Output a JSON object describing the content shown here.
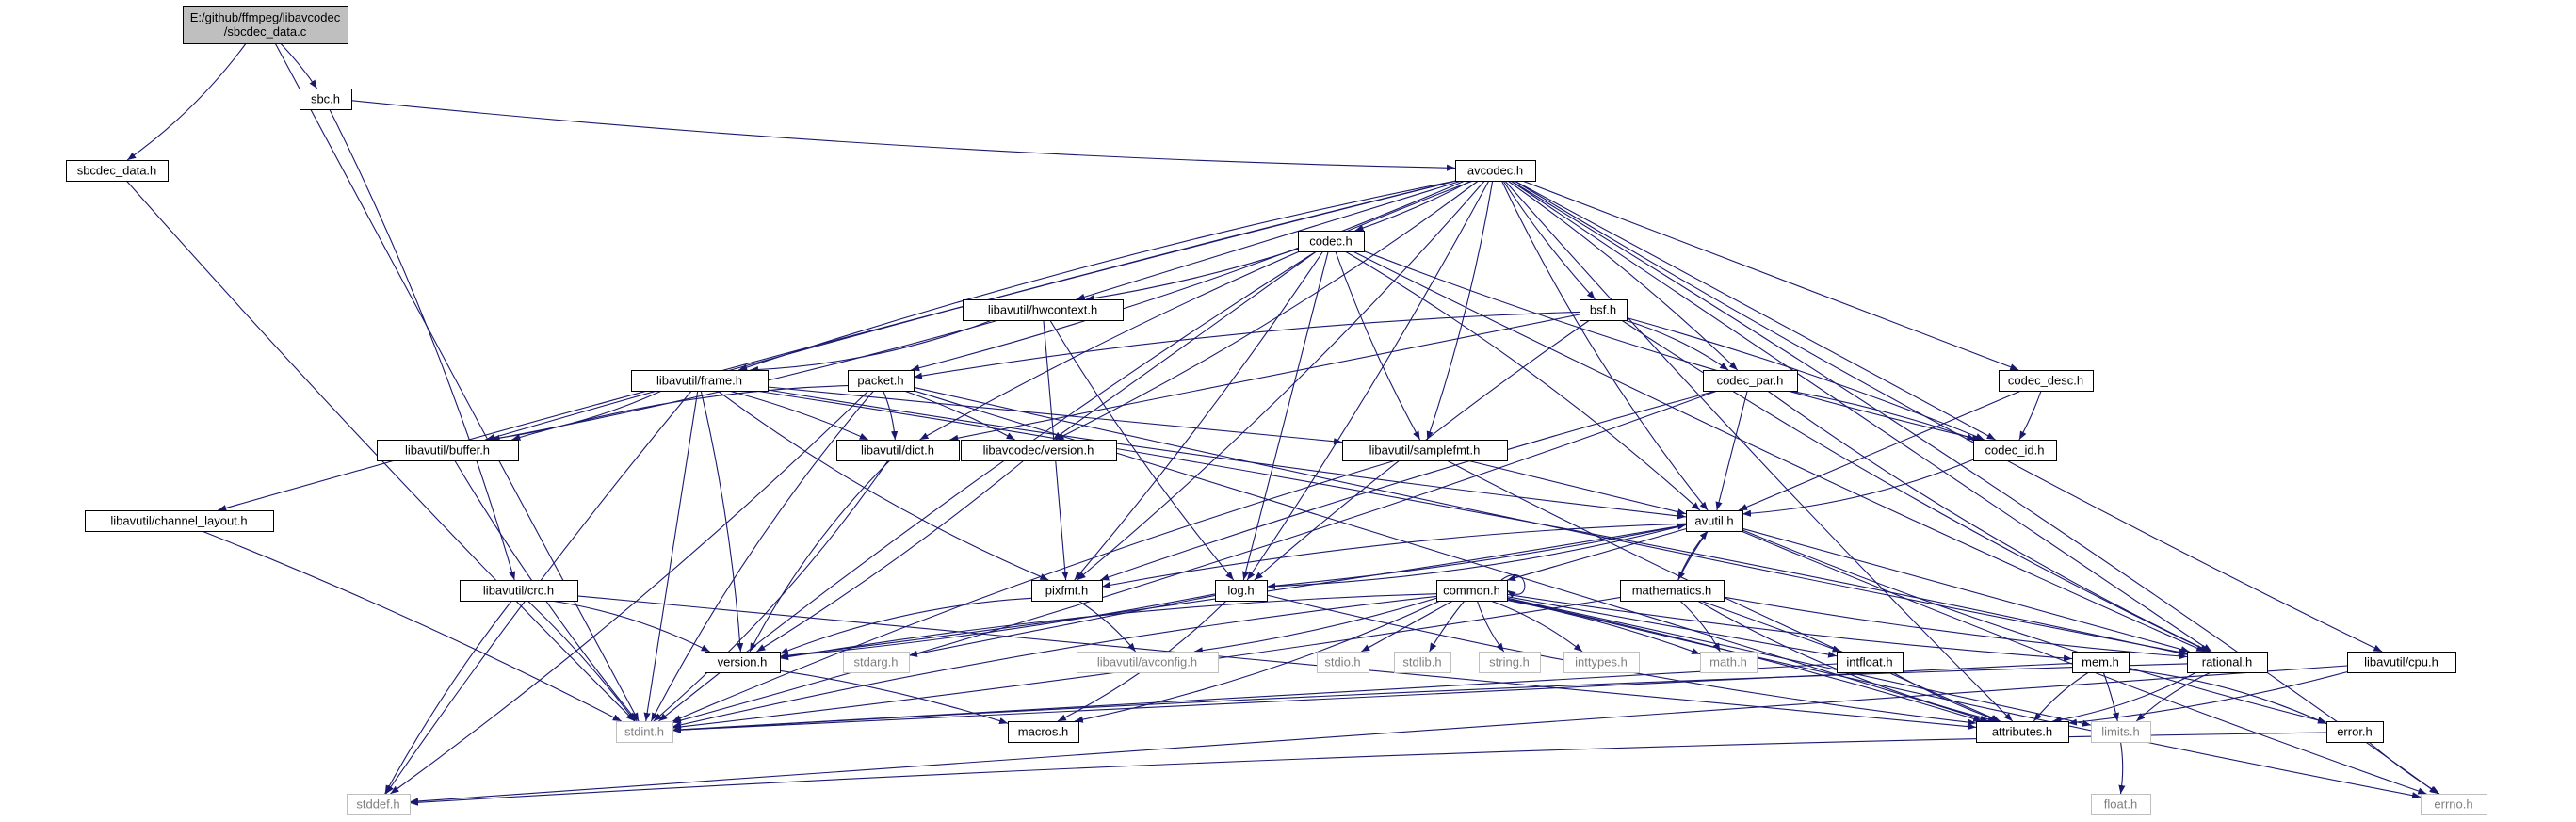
{
  "diagram": {
    "kind": "include-dependency-graph",
    "colors": {
      "edge": "#191970",
      "node_border": "#000000",
      "node_fill": "#ffffff",
      "root_fill": "#bfbfbf",
      "external_border": "#bfbfbf",
      "external_text": "#7f7f7f",
      "text": "#000000"
    },
    "root": "sbcdec_data_c",
    "nodes": [
      {
        "id": "sbcdec_data_c",
        "lines": [
          "E:/github/ffmpeg/libavcodec",
          "/sbcdec_data.c"
        ],
        "style": "root"
      },
      {
        "id": "sbcdec_data_h",
        "lines": [
          "sbcdec_data.h"
        ],
        "style": "normal"
      },
      {
        "id": "sbc_h",
        "lines": [
          "sbc.h"
        ],
        "style": "normal"
      },
      {
        "id": "avcodec_h",
        "lines": [
          "avcodec.h"
        ],
        "style": "normal"
      },
      {
        "id": "codec_h",
        "lines": [
          "codec.h"
        ],
        "style": "normal"
      },
      {
        "id": "hwcontext_h",
        "lines": [
          "libavutil/hwcontext.h"
        ],
        "style": "normal"
      },
      {
        "id": "bsf_h",
        "lines": [
          "bsf.h"
        ],
        "style": "normal"
      },
      {
        "id": "frame_h",
        "lines": [
          "libavutil/frame.h"
        ],
        "style": "normal"
      },
      {
        "id": "packet_h",
        "lines": [
          "packet.h"
        ],
        "style": "normal"
      },
      {
        "id": "codec_par_h",
        "lines": [
          "codec_par.h"
        ],
        "style": "normal"
      },
      {
        "id": "codec_desc_h",
        "lines": [
          "codec_desc.h"
        ],
        "style": "normal"
      },
      {
        "id": "buffer_h",
        "lines": [
          "libavutil/buffer.h"
        ],
        "style": "normal"
      },
      {
        "id": "dict_h",
        "lines": [
          "libavutil/dict.h"
        ],
        "style": "normal"
      },
      {
        "id": "lavc_version_h",
        "lines": [
          "libavcodec/version.h"
        ],
        "style": "normal"
      },
      {
        "id": "samplefmt_h",
        "lines": [
          "libavutil/samplefmt.h"
        ],
        "style": "normal"
      },
      {
        "id": "codec_id_h",
        "lines": [
          "codec_id.h"
        ],
        "style": "normal"
      },
      {
        "id": "channel_layout_h",
        "lines": [
          "libavutil/channel_layout.h"
        ],
        "style": "normal"
      },
      {
        "id": "avutil_h",
        "lines": [
          "avutil.h"
        ],
        "style": "normal"
      },
      {
        "id": "crc_h",
        "lines": [
          "libavutil/crc.h"
        ],
        "style": "normal"
      },
      {
        "id": "pixfmt_h",
        "lines": [
          "pixfmt.h"
        ],
        "style": "normal"
      },
      {
        "id": "log_h",
        "lines": [
          "log.h"
        ],
        "style": "normal"
      },
      {
        "id": "common_h",
        "lines": [
          "common.h"
        ],
        "style": "normal"
      },
      {
        "id": "mathematics_h",
        "lines": [
          "mathematics.h"
        ],
        "style": "normal"
      },
      {
        "id": "version_h",
        "lines": [
          "version.h"
        ],
        "style": "normal"
      },
      {
        "id": "stdarg_h",
        "lines": [
          "stdarg.h"
        ],
        "style": "external"
      },
      {
        "id": "avconfig_h",
        "lines": [
          "libavutil/avconfig.h"
        ],
        "style": "external"
      },
      {
        "id": "stdio_h",
        "lines": [
          "stdio.h"
        ],
        "style": "external"
      },
      {
        "id": "stdlib_h",
        "lines": [
          "stdlib.h"
        ],
        "style": "external"
      },
      {
        "id": "string_h",
        "lines": [
          "string.h"
        ],
        "style": "external"
      },
      {
        "id": "inttypes_h",
        "lines": [
          "inttypes.h"
        ],
        "style": "external"
      },
      {
        "id": "math_h",
        "lines": [
          "math.h"
        ],
        "style": "external"
      },
      {
        "id": "intfloat_h",
        "lines": [
          "intfloat.h"
        ],
        "style": "normal"
      },
      {
        "id": "mem_h",
        "lines": [
          "mem.h"
        ],
        "style": "normal"
      },
      {
        "id": "rational_h",
        "lines": [
          "rational.h"
        ],
        "style": "normal"
      },
      {
        "id": "cpu_h",
        "lines": [
          "libavutil/cpu.h"
        ],
        "style": "normal"
      },
      {
        "id": "stdint_h",
        "lines": [
          "stdint.h"
        ],
        "style": "external"
      },
      {
        "id": "macros_h",
        "lines": [
          "macros.h"
        ],
        "style": "normal"
      },
      {
        "id": "attributes_h",
        "lines": [
          "attributes.h"
        ],
        "style": "normal"
      },
      {
        "id": "limits_h",
        "lines": [
          "limits.h"
        ],
        "style": "external"
      },
      {
        "id": "error_h",
        "lines": [
          "error.h"
        ],
        "style": "normal"
      },
      {
        "id": "errno_h",
        "lines": [
          "errno.h"
        ],
        "style": "external"
      },
      {
        "id": "stddef_h",
        "lines": [
          "stddef.h"
        ],
        "style": "external"
      },
      {
        "id": "float_h",
        "lines": [
          "float.h"
        ],
        "style": "external"
      }
    ],
    "edges": [
      [
        "sbcdec_data_c",
        "sbcdec_data_h"
      ],
      [
        "sbcdec_data_c",
        "sbc_h"
      ],
      [
        "sbcdec_data_c",
        "stdint_h"
      ],
      [
        "sbcdec_data_h",
        "stdint_h"
      ],
      [
        "sbc_h",
        "avcodec_h"
      ],
      [
        "sbc_h",
        "crc_h"
      ],
      [
        "avcodec_h",
        "codec_h"
      ],
      [
        "avcodec_h",
        "hwcontext_h"
      ],
      [
        "avcodec_h",
        "bsf_h"
      ],
      [
        "avcodec_h",
        "frame_h"
      ],
      [
        "avcodec_h",
        "packet_h"
      ],
      [
        "avcodec_h",
        "codec_par_h"
      ],
      [
        "avcodec_h",
        "codec_desc_h"
      ],
      [
        "avcodec_h",
        "buffer_h"
      ],
      [
        "avcodec_h",
        "dict_h"
      ],
      [
        "avcodec_h",
        "lavc_version_h"
      ],
      [
        "avcodec_h",
        "samplefmt_h"
      ],
      [
        "avcodec_h",
        "codec_id_h"
      ],
      [
        "avcodec_h",
        "channel_layout_h"
      ],
      [
        "avcodec_h",
        "avutil_h"
      ],
      [
        "avcodec_h",
        "pixfmt_h"
      ],
      [
        "avcodec_h",
        "log_h"
      ],
      [
        "avcodec_h",
        "rational_h"
      ],
      [
        "avcodec_h",
        "attributes_h"
      ],
      [
        "avcodec_h",
        "cpu_h"
      ],
      [
        "avcodec_h",
        "errno_h"
      ],
      [
        "codec_h",
        "hwcontext_h"
      ],
      [
        "codec_h",
        "lavc_version_h"
      ],
      [
        "codec_h",
        "samplefmt_h"
      ],
      [
        "codec_h",
        "codec_id_h"
      ],
      [
        "codec_h",
        "avutil_h"
      ],
      [
        "codec_h",
        "pixfmt_h"
      ],
      [
        "codec_h",
        "log_h"
      ],
      [
        "codec_h",
        "rational_h"
      ],
      [
        "codec_h",
        "stdint_h"
      ],
      [
        "hwcontext_h",
        "frame_h"
      ],
      [
        "hwcontext_h",
        "buffer_h"
      ],
      [
        "hwcontext_h",
        "pixfmt_h"
      ],
      [
        "hwcontext_h",
        "log_h"
      ],
      [
        "bsf_h",
        "packet_h"
      ],
      [
        "bsf_h",
        "codec_par_h"
      ],
      [
        "bsf_h",
        "codec_id_h"
      ],
      [
        "bsf_h",
        "dict_h"
      ],
      [
        "bsf_h",
        "log_h"
      ],
      [
        "bsf_h",
        "rational_h"
      ],
      [
        "frame_h",
        "buffer_h"
      ],
      [
        "frame_h",
        "dict_h"
      ],
      [
        "frame_h",
        "samplefmt_h"
      ],
      [
        "frame_h",
        "avutil_h"
      ],
      [
        "frame_h",
        "pixfmt_h"
      ],
      [
        "frame_h",
        "rational_h"
      ],
      [
        "frame_h",
        "version_h"
      ],
      [
        "frame_h",
        "stdint_h"
      ],
      [
        "frame_h",
        "stddef_h"
      ],
      [
        "packet_h",
        "buffer_h"
      ],
      [
        "packet_h",
        "dict_h"
      ],
      [
        "packet_h",
        "lavc_version_h"
      ],
      [
        "packet_h",
        "attributes_h"
      ],
      [
        "packet_h",
        "rational_h"
      ],
      [
        "packet_h",
        "stdint_h"
      ],
      [
        "packet_h",
        "stddef_h"
      ],
      [
        "codec_par_h",
        "codec_id_h"
      ],
      [
        "codec_par_h",
        "avutil_h"
      ],
      [
        "codec_par_h",
        "pixfmt_h"
      ],
      [
        "codec_par_h",
        "rational_h"
      ],
      [
        "codec_par_h",
        "stdint_h"
      ],
      [
        "codec_desc_h",
        "codec_id_h"
      ],
      [
        "codec_desc_h",
        "avutil_h"
      ],
      [
        "buffer_h",
        "stdint_h"
      ],
      [
        "dict_h",
        "version_h"
      ],
      [
        "dict_h",
        "stdint_h"
      ],
      [
        "lavc_version_h",
        "version_h"
      ],
      [
        "samplefmt_h",
        "avutil_h"
      ],
      [
        "samplefmt_h",
        "attributes_h"
      ],
      [
        "samplefmt_h",
        "stdint_h"
      ],
      [
        "codec_id_h",
        "avutil_h"
      ],
      [
        "channel_layout_h",
        "stdint_h"
      ],
      [
        "avutil_h",
        "common_h"
      ],
      [
        "avutil_h",
        "mathematics_h"
      ],
      [
        "avutil_h",
        "pixfmt_h"
      ],
      [
        "avutil_h",
        "log_h"
      ],
      [
        "avutil_h",
        "version_h"
      ],
      [
        "avutil_h",
        "rational_h"
      ],
      [
        "avutil_h",
        "errno_h"
      ],
      [
        "avutil_h",
        "error_h"
      ],
      [
        "crc_h",
        "version_h"
      ],
      [
        "crc_h",
        "stdint_h"
      ],
      [
        "crc_h",
        "attributes_h"
      ],
      [
        "crc_h",
        "stddef_h"
      ],
      [
        "pixfmt_h",
        "version_h"
      ],
      [
        "pixfmt_h",
        "avconfig_h"
      ],
      [
        "log_h",
        "version_h"
      ],
      [
        "log_h",
        "stdarg_h"
      ],
      [
        "log_h",
        "avutil_h"
      ],
      [
        "log_h",
        "attributes_h"
      ],
      [
        "log_h",
        "macros_h"
      ],
      [
        "common_h",
        "avconfig_h"
      ],
      [
        "common_h",
        "stdio_h"
      ],
      [
        "common_h",
        "stdlib_h"
      ],
      [
        "common_h",
        "string_h"
      ],
      [
        "common_h",
        "inttypes_h"
      ],
      [
        "common_h",
        "math_h"
      ],
      [
        "common_h",
        "intfloat_h"
      ],
      [
        "common_h",
        "mem_h"
      ],
      [
        "common_h",
        "stdint_h"
      ],
      [
        "common_h",
        "macros_h"
      ],
      [
        "common_h",
        "attributes_h"
      ],
      [
        "common_h",
        "limits_h"
      ],
      [
        "common_h",
        "errno_h"
      ],
      [
        "common_h",
        "version_h"
      ],
      [
        "mathematics_h",
        "math_h"
      ],
      [
        "mathematics_h",
        "stdint_h"
      ],
      [
        "mathematics_h",
        "intfloat_h"
      ],
      [
        "mathematics_h",
        "rational_h"
      ],
      [
        "mathematics_h",
        "attributes_h"
      ],
      [
        "mathematics_h",
        "avutil_h"
      ],
      [
        "version_h",
        "macros_h"
      ],
      [
        "intfloat_h",
        "stdint_h"
      ],
      [
        "intfloat_h",
        "attributes_h"
      ],
      [
        "mem_h",
        "attributes_h"
      ],
      [
        "mem_h",
        "error_h"
      ],
      [
        "mem_h",
        "limits_h"
      ],
      [
        "mem_h",
        "stdint_h"
      ],
      [
        "rational_h",
        "stdint_h"
      ],
      [
        "rational_h",
        "limits_h"
      ],
      [
        "rational_h",
        "attributes_h"
      ],
      [
        "cpu_h",
        "attributes_h"
      ],
      [
        "cpu_h",
        "stddef_h"
      ],
      [
        "error_h",
        "errno_h"
      ],
      [
        "error_h",
        "stddef_h"
      ],
      [
        "limits_h",
        "float_h"
      ]
    ],
    "self_loops": [
      "common_h"
    ]
  }
}
